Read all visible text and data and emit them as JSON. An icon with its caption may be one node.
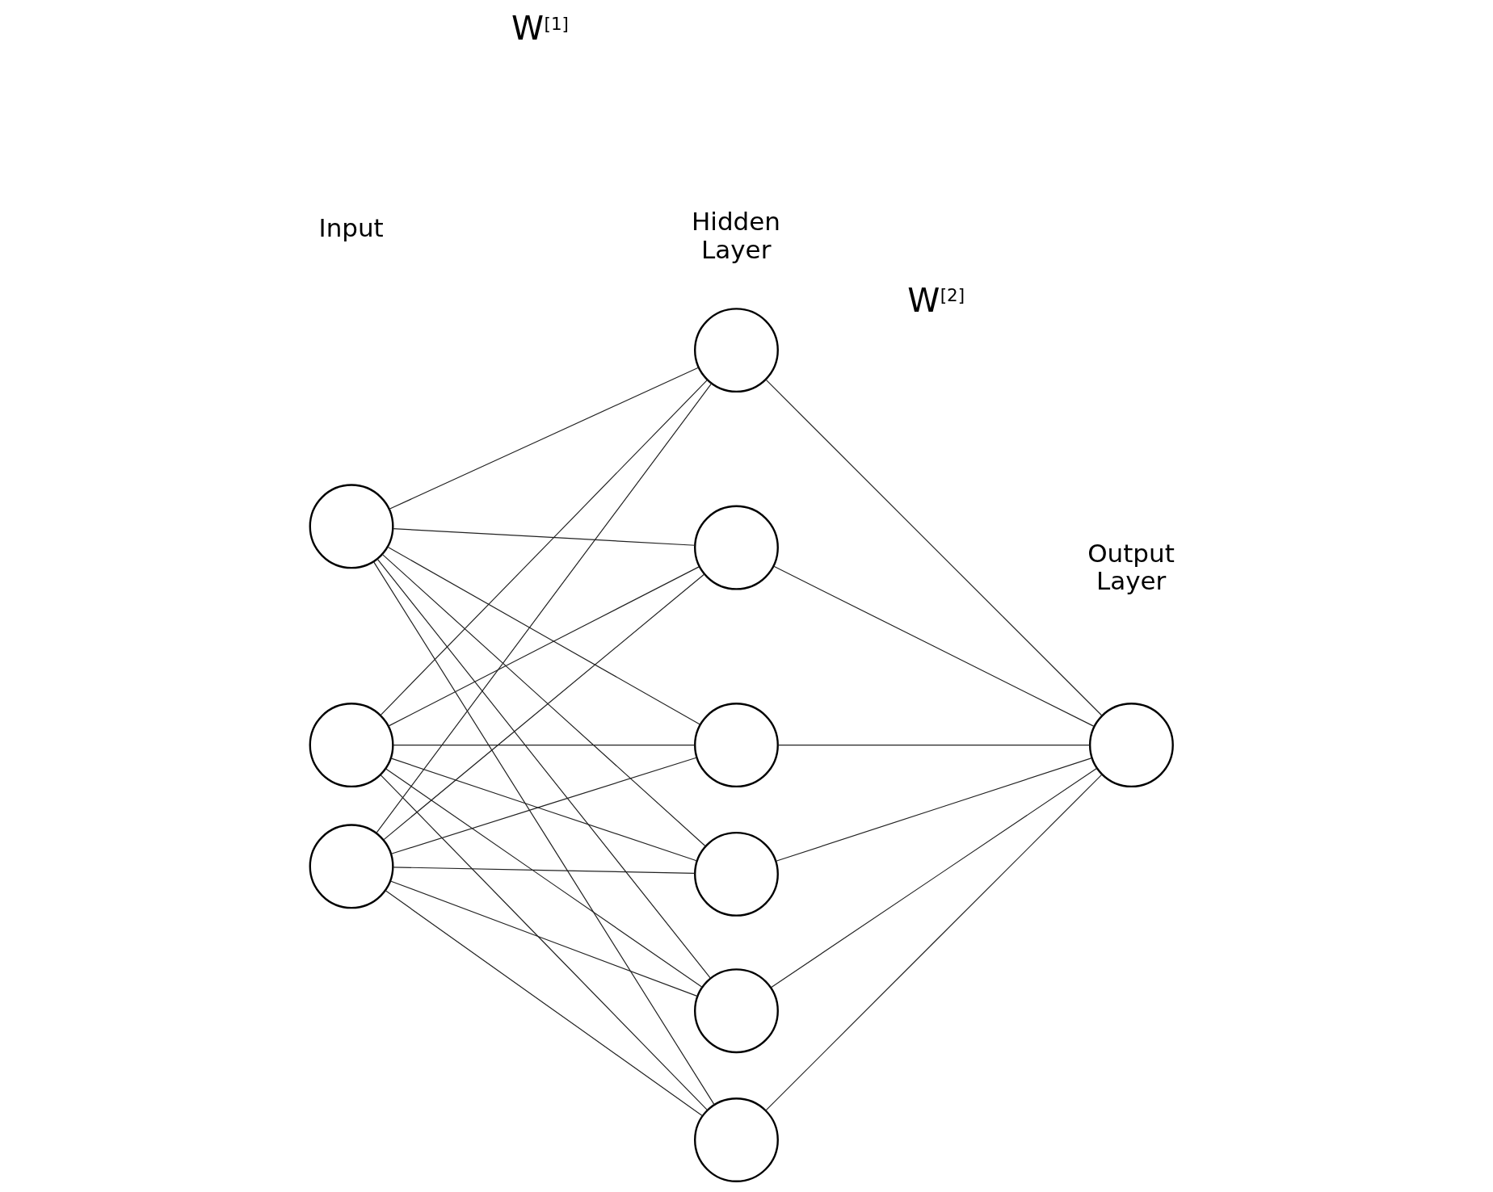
{
  "diagram": {
    "nodes": [
      {
        "text": [],
        "shape": "circle"
      },
      {
        "text": [],
        "shape": "circle"
      },
      {
        "text": [],
        "shape": "circle"
      },
      {
        "text": [],
        "shape": "circle"
      },
      {
        "text": [],
        "shape": "circle"
      },
      {
        "text": [],
        "shape": "circle"
      },
      {
        "text": [],
        "shape": "circle"
      },
      {
        "text": [],
        "shape": "circle"
      },
      {
        "text": [],
        "shape": "circle"
      },
      {
        "text": [],
        "shape": "circle"
      }
    ],
    "edges": [
      {
        "from": 0,
        "to": 3,
        "arrow": "none"
      },
      {
        "from": 0,
        "to": 4,
        "arrow": "none"
      },
      {
        "from": 0,
        "to": 5,
        "arrow": "none"
      },
      {
        "from": 0,
        "to": 6,
        "arrow": "none"
      },
      {
        "from": 0,
        "to": 7,
        "arrow": "none"
      },
      {
        "from": 0,
        "to": 8,
        "arrow": "none"
      },
      {
        "from": 1,
        "to": 3,
        "arrow": "none"
      },
      {
        "from": 1,
        "to": 4,
        "arrow": "none"
      },
      {
        "from": 1,
        "to": 5,
        "arrow": "none"
      },
      {
        "from": 1,
        "to": 6,
        "arrow": "none"
      },
      {
        "from": 1,
        "to": 7,
        "arrow": "none"
      },
      {
        "from": 1,
        "to": 8,
        "arrow": "none"
      },
      {
        "from": 2,
        "to": 3,
        "arrow": "none"
      },
      {
        "from": 2,
        "to": 4,
        "arrow": "none"
      },
      {
        "from": 2,
        "to": 5,
        "arrow": "none"
      },
      {
        "from": 2,
        "to": 6,
        "arrow": "none"
      },
      {
        "from": 2,
        "to": 7,
        "arrow": "none"
      },
      {
        "from": 2,
        "to": 8,
        "arrow": "none"
      },
      {
        "from": 3,
        "to": 9,
        "arrow": "none"
      },
      {
        "from": 4,
        "to": 9,
        "arrow": "none"
      },
      {
        "from": 5,
        "to": 9,
        "arrow": "none"
      },
      {
        "from": 6,
        "to": 9,
        "arrow": "none"
      },
      {
        "from": 7,
        "to": 9,
        "arrow": "none"
      },
      {
        "from": 8,
        "to": 9,
        "arrow": "none"
      }
    ],
    "labels": [
      "Input",
      "Hidden Layer",
      "Output Layer",
      "W$^{[1]}$",
      "W$^{[2]}$"
    ]
  }
}
